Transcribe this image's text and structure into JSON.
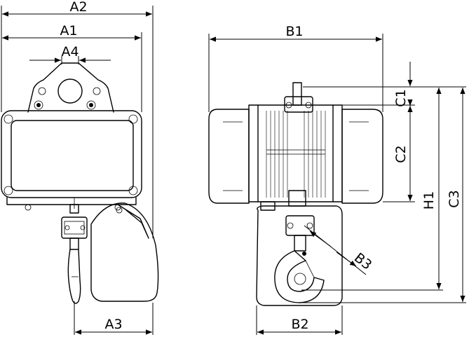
{
  "labels": {
    "A1": "A1",
    "A2": "A2",
    "A3": "A3",
    "A4": "A4",
    "B1": "B1",
    "B2": "B2",
    "B3": "B3",
    "C1": "C1",
    "C2": "C2",
    "C3": "C3",
    "H1": "H1"
  }
}
